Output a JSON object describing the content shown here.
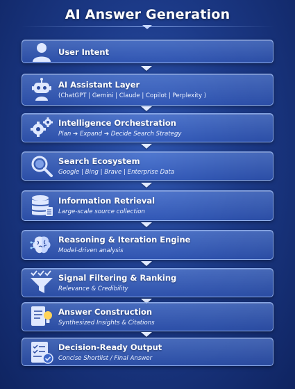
{
  "title": "AI Answer Generation",
  "steps": [
    {
      "icon": "user-icon",
      "head": "User Intent",
      "sub": ""
    },
    {
      "icon": "robot-icon",
      "head": "AI Assistant Layer",
      "sub": "(ChatGPT | Gemini | Claude | Copilot | Perplexity )"
    },
    {
      "icon": "gears-icon",
      "head": "Intelligence Orchestration",
      "sub": "Plan ➔ Expand ➔ Decide Search Strategy"
    },
    {
      "icon": "magnifier-icon",
      "head": "Search Ecosystem",
      "sub": "Google | Bing | Brave | Enterprise Data"
    },
    {
      "icon": "database-icon",
      "head": "Information Retrieval",
      "sub": "Large-scale source collection"
    },
    {
      "icon": "brain-icon",
      "head": "Reasoning & Iteration Engine",
      "sub": "Model-driven analysis"
    },
    {
      "icon": "funnel-icon",
      "head": "Signal Filtering & Ranking",
      "sub": "Relevance & Credibility"
    },
    {
      "icon": "document-bulb-icon",
      "head": "Answer Construction",
      "sub": "Synthesized Insights & Citations"
    },
    {
      "icon": "checklist-icon",
      "head": "Decision-Ready Output",
      "sub": "Concise Shortlist / Final Answer"
    }
  ]
}
